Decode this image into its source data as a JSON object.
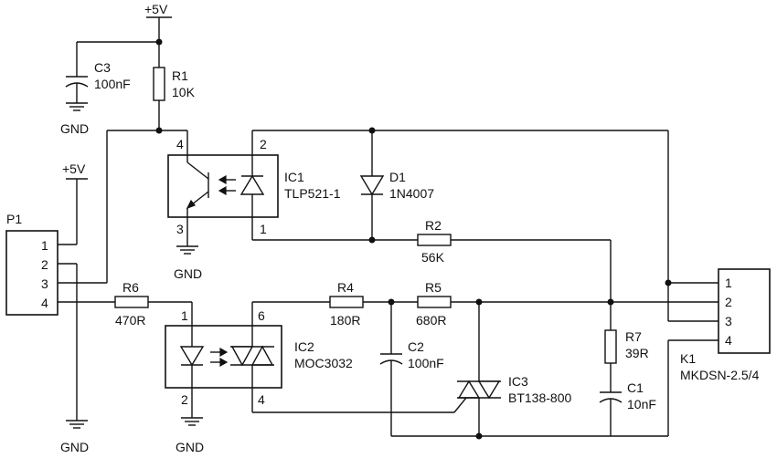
{
  "labels": {
    "vcc_top": "+5V",
    "vcc_p1": "+5V",
    "gnd": "GND",
    "c3": {
      "ref": "C3",
      "val": "100nF"
    },
    "r1": {
      "ref": "R1",
      "val": "10K"
    },
    "ic1": {
      "ref": "IC1",
      "val": "TLP521-1",
      "pins": [
        "4",
        "3",
        "2",
        "1"
      ]
    },
    "d1": {
      "ref": "D1",
      "val": "1N4007"
    },
    "r2": {
      "ref": "R2",
      "val": "56K"
    },
    "p1": {
      "ref": "P1",
      "pins": [
        "1",
        "2",
        "3",
        "4"
      ]
    },
    "r6": {
      "ref": "R6",
      "val": "470R"
    },
    "ic2": {
      "ref": "IC2",
      "val": "MOC3032",
      "pins": [
        "1",
        "2",
        "6",
        "4"
      ]
    },
    "r4": {
      "ref": "R4",
      "val": "180R"
    },
    "r5": {
      "ref": "R5",
      "val": "680R"
    },
    "c2": {
      "ref": "C2",
      "val": "100nF"
    },
    "ic3": {
      "ref": "IC3",
      "val": "BT138-800"
    },
    "r7": {
      "ref": "R7",
      "val": "39R"
    },
    "c1": {
      "ref": "C1",
      "val": "10nF"
    },
    "k1": {
      "ref": "K1",
      "val": "MKDSN-2.5/4",
      "pins": [
        "1",
        "2",
        "3",
        "4"
      ]
    }
  }
}
